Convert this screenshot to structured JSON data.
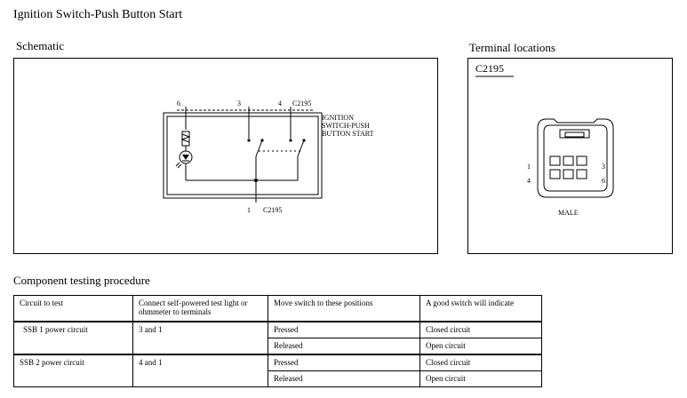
{
  "page_title": "Ignition Switch-Push Button Start",
  "schematic": {
    "heading": "Schematic",
    "pins": {
      "p6": "6",
      "p3": "3",
      "p4": "4",
      "p1": "1"
    },
    "connector_top": "C2195",
    "connector_bottom": "C2195",
    "component_label": [
      "IGNITION",
      "SWITCH-PUSH",
      "BUTTON START"
    ]
  },
  "terminals": {
    "heading": "Terminal locations",
    "connector": "C2195",
    "pins": {
      "p1": "1",
      "p4": "4",
      "p3": "3",
      "p6": "6"
    },
    "gender": "MALE"
  },
  "procedure": {
    "heading": "Component testing procedure",
    "headers": [
      "Circuit to test",
      "Connect self-powered test light or ohmmeter to terminals",
      "Move switch to these positions",
      "A good switch will indicate"
    ],
    "rows": [
      {
        "circuit": "SSB 1 power circuit",
        "terminals": "3 and 1",
        "positions": [
          "Pressed",
          "Released"
        ],
        "results": [
          "Closed circuit",
          "Open circuit"
        ]
      },
      {
        "circuit": "SSB 2 power circuit",
        "terminals": "4 and 1",
        "positions": [
          "Pressed",
          "Released"
        ],
        "results": [
          "Closed circuit",
          "Open circuit"
        ]
      }
    ]
  }
}
